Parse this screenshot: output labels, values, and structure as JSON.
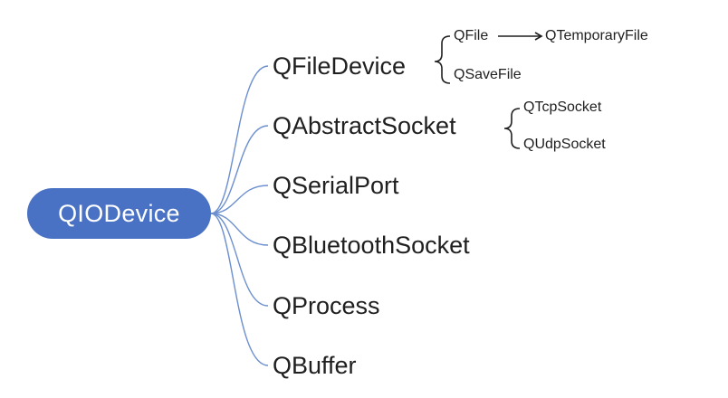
{
  "root": {
    "label": "QIODevice"
  },
  "children": [
    {
      "label": "QFileDevice"
    },
    {
      "label": "QAbstractSocket"
    },
    {
      "label": "QSerialPort"
    },
    {
      "label": "QBluetoothSocket"
    },
    {
      "label": "QProcess"
    },
    {
      "label": "QBuffer"
    }
  ],
  "file_device_children": [
    {
      "label": "QFile",
      "child": {
        "label": "QTemporaryFile"
      }
    },
    {
      "label": "QSaveFile"
    }
  ],
  "socket_children": [
    {
      "label": "QTcpSocket"
    },
    {
      "label": "QUdpSocket"
    }
  ],
  "colors": {
    "root_fill": "#4a72c4",
    "link": "#6c8fcf",
    "bracket": "#1f1f1f",
    "text": "#1f1f1f"
  }
}
